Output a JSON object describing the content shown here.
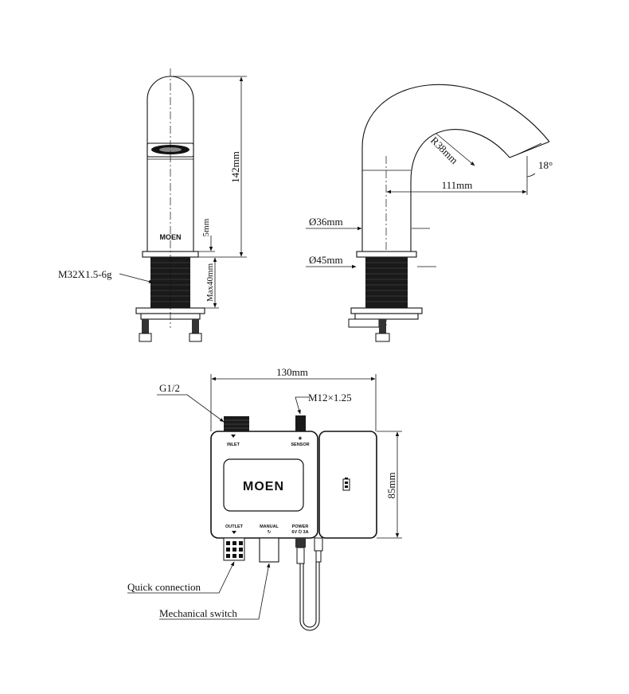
{
  "brand": "MOEN",
  "side_view": {
    "height_dim": "142mm",
    "base_dim": "5mm",
    "thread_label": "M32X1.5-6g",
    "thread_length_dim": "Max40mm"
  },
  "front_view": {
    "radius_dim": "R38mm",
    "angle_dim": "18°",
    "reach_dim": "111mm",
    "body_dia_dim": "Ø36mm",
    "base_dia_dim": "Ø45mm"
  },
  "control_box": {
    "width_dim": "130mm",
    "height_dim": "85mm",
    "inlet_thread_label": "G1/2",
    "sensor_thread_label": "M12×1.25",
    "inlet_text": "INLET",
    "sensor_text": "SENSOR",
    "outlet_text": "OUTLET",
    "manual_text": "MANUAL",
    "power_text": "6V ⏻ 3A",
    "quick_connection_label": "Quick connection",
    "mechanical_switch_label": "Mechanical switch"
  }
}
